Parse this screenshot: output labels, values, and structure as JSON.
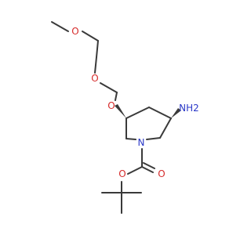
{
  "molecule": {
    "colors": {
      "bond": "#3a3a3a",
      "oxygen": "#d62b2b",
      "nitrogen": "#2b39c8",
      "nh2": "#2b39c8"
    },
    "labels": {
      "o_methoxy": "O",
      "o_ether2": "O",
      "o_ring_ether": "O",
      "nh2": "NH2",
      "n_ring": "N",
      "o_carbonyl": "O",
      "o_ester": "O"
    }
  }
}
